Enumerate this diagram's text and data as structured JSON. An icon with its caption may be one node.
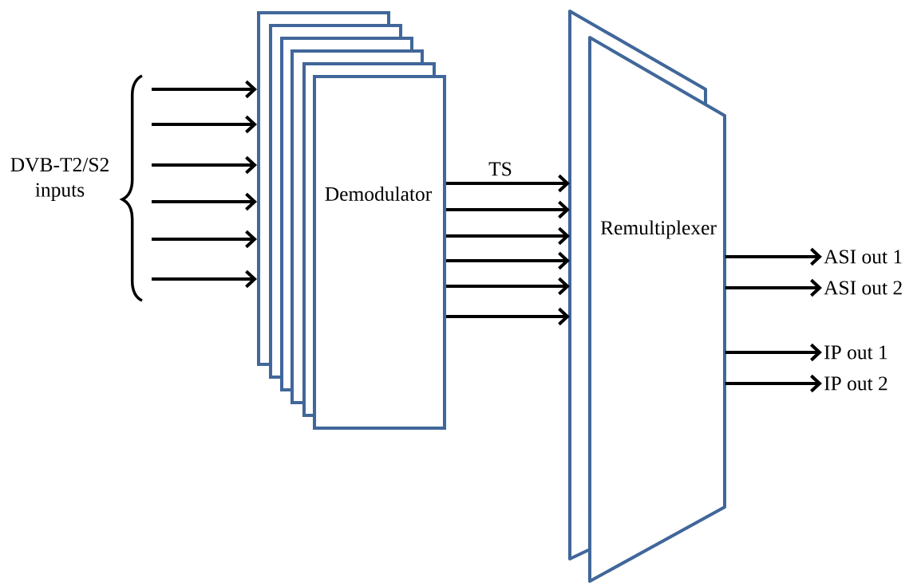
{
  "diagram": {
    "nodes": [
      {
        "text": [],
        "shape": "box"
      },
      {
        "text": [],
        "shape": "box"
      },
      {
        "text": [],
        "shape": "box"
      },
      {
        "text": [],
        "shape": "box"
      },
      {
        "text": [],
        "shape": "box"
      },
      {
        "text": [
          "Demodulator"
        ]
      },
      {
        "text": [],
        "shape": "box"
      },
      {
        "text": [
          "Remultiplexer"
        ]
      },
      {
        "text": [
          "ASI out 1"
        ]
      },
      {
        "text": [
          "ASI out 2"
        ]
      },
      {
        "text": [
          "IP out 1"
        ]
      },
      {
        "text": [
          "IP out 2"
        ]
      }
    ],
    "edges": [
      {
        "from": null,
        "to": 0,
        "arrow": "to"
      },
      {
        "from": null,
        "to": 0,
        "arrow": "to"
      },
      {
        "from": null,
        "to": 0,
        "arrow": "to"
      },
      {
        "from": null,
        "to": 0,
        "arrow": "to"
      },
      {
        "from": null,
        "to": 0,
        "arrow": "to"
      },
      {
        "from": null,
        "to": 0,
        "arrow": "to"
      },
      {
        "from": 5,
        "to": 6,
        "arrow": "to",
        "label": "TS"
      },
      {
        "from": 5,
        "to": 6,
        "arrow": "to"
      },
      {
        "from": 5,
        "to": 6,
        "arrow": "to"
      },
      {
        "from": 5,
        "to": 6,
        "arrow": "to"
      },
      {
        "from": 5,
        "to": 6,
        "arrow": "to"
      },
      {
        "from": 5,
        "to": 6,
        "arrow": "to"
      },
      {
        "from": 7,
        "to": 8,
        "arrow": "to"
      },
      {
        "from": 7,
        "to": 9,
        "arrow": "to"
      },
      {
        "from": 7,
        "to": 10,
        "arrow": "to"
      },
      {
        "from": 7,
        "to": 11,
        "arrow": "to"
      }
    ],
    "labels": [
      "DVB-T2/S2 inputs"
    ]
  }
}
